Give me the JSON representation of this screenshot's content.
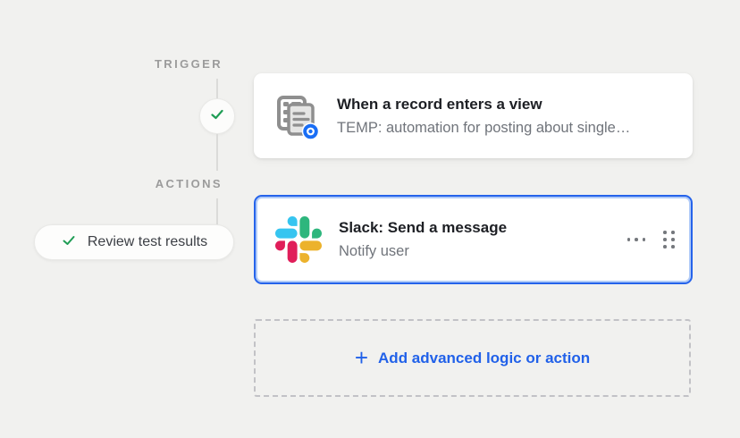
{
  "rail": {
    "trigger_label": "TRIGGER",
    "actions_label": "ACTIONS",
    "status_icon": "check-icon"
  },
  "review_pill": {
    "icon": "check-icon",
    "label": "Review test results"
  },
  "trigger_card": {
    "icon": "record-enters-view-icon",
    "title": "When a record enters a view",
    "subtitle": "TEMP: automation for posting about single…"
  },
  "action_card": {
    "icon": "slack-icon",
    "title": "Slack: Send a message",
    "subtitle": "Notify user",
    "menu_icon": "ellipsis-icon",
    "drag_icon": "drag-handle-icon",
    "selected": true
  },
  "add_action": {
    "plus": "+",
    "label": "Add advanced logic or action"
  },
  "colors": {
    "background": "#f1f1ef",
    "accent_blue": "#2161e9",
    "selection_border": "#2563eb",
    "selection_inner_ring": "#b0cbf8",
    "check_green": "#1f9d55",
    "rail_label": "#9b9b9b",
    "title_text": "#1d1f24",
    "subtitle_text": "#70747b",
    "connector_line": "#dbdbd9",
    "slack_blue": "#36C5F0",
    "slack_green": "#2EB67D",
    "slack_red": "#E01E5A",
    "slack_yellow": "#ECB22C"
  }
}
